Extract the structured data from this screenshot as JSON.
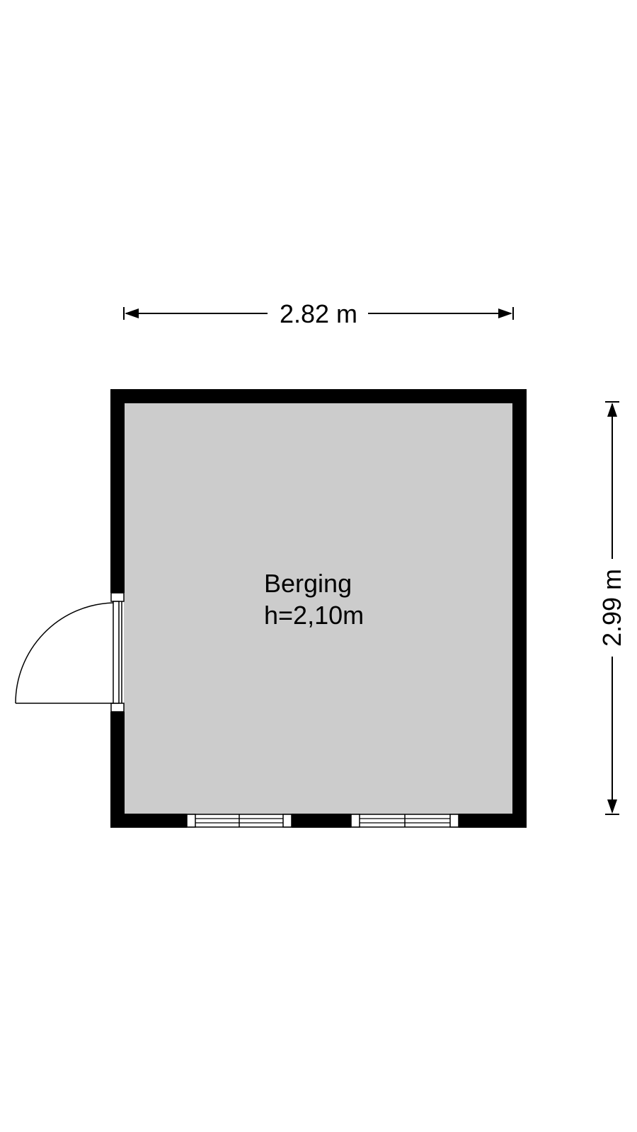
{
  "plan": {
    "colors": {
      "wall": "#000000",
      "floor": "#cccccc",
      "background": "#ffffff"
    },
    "dimensions": {
      "width_label": "2.82 m",
      "depth_label": "2.99 m"
    },
    "room": {
      "name": "Berging",
      "height_label": "h=2,10m"
    },
    "openings": {
      "doors": 1,
      "windows": 2
    }
  }
}
